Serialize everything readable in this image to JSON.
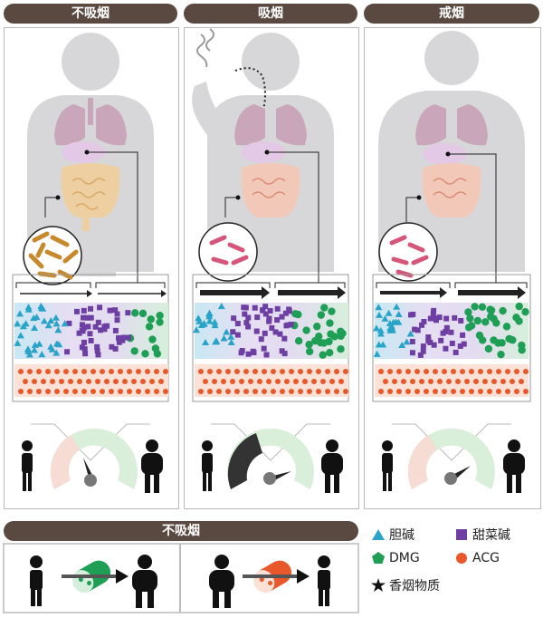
{
  "panels": [
    {
      "title": "不吸烟"
    },
    {
      "title": "吸烟"
    },
    {
      "title": "戒烟"
    }
  ],
  "bottom": {
    "title": "不吸烟"
  },
  "legend": [
    {
      "label": "胆碱",
      "symbol": "triangle",
      "color": "#2aa3c9"
    },
    {
      "label": "甜菜碱",
      "symbol": "square",
      "color": "#6d3fa3"
    },
    {
      "label": "DMG",
      "symbol": "pentagon",
      "color": "#1f9e55"
    },
    {
      "label": "ACG",
      "symbol": "circle",
      "color": "#e8582a"
    },
    {
      "label": "香烟物质",
      "symbol": "star",
      "color": "#111111"
    }
  ],
  "colors": {
    "header": "#5a4940",
    "body": "#d7d7d9",
    "gauge_green": "#d9efd9",
    "gauge_pink": "#f6dcd2",
    "stripe_blue": "#c9e8f3",
    "stripe_purple": "#e3dcf0",
    "stripe_green": "#d6efdc",
    "stripe_orange": "#fbe1d6"
  }
}
